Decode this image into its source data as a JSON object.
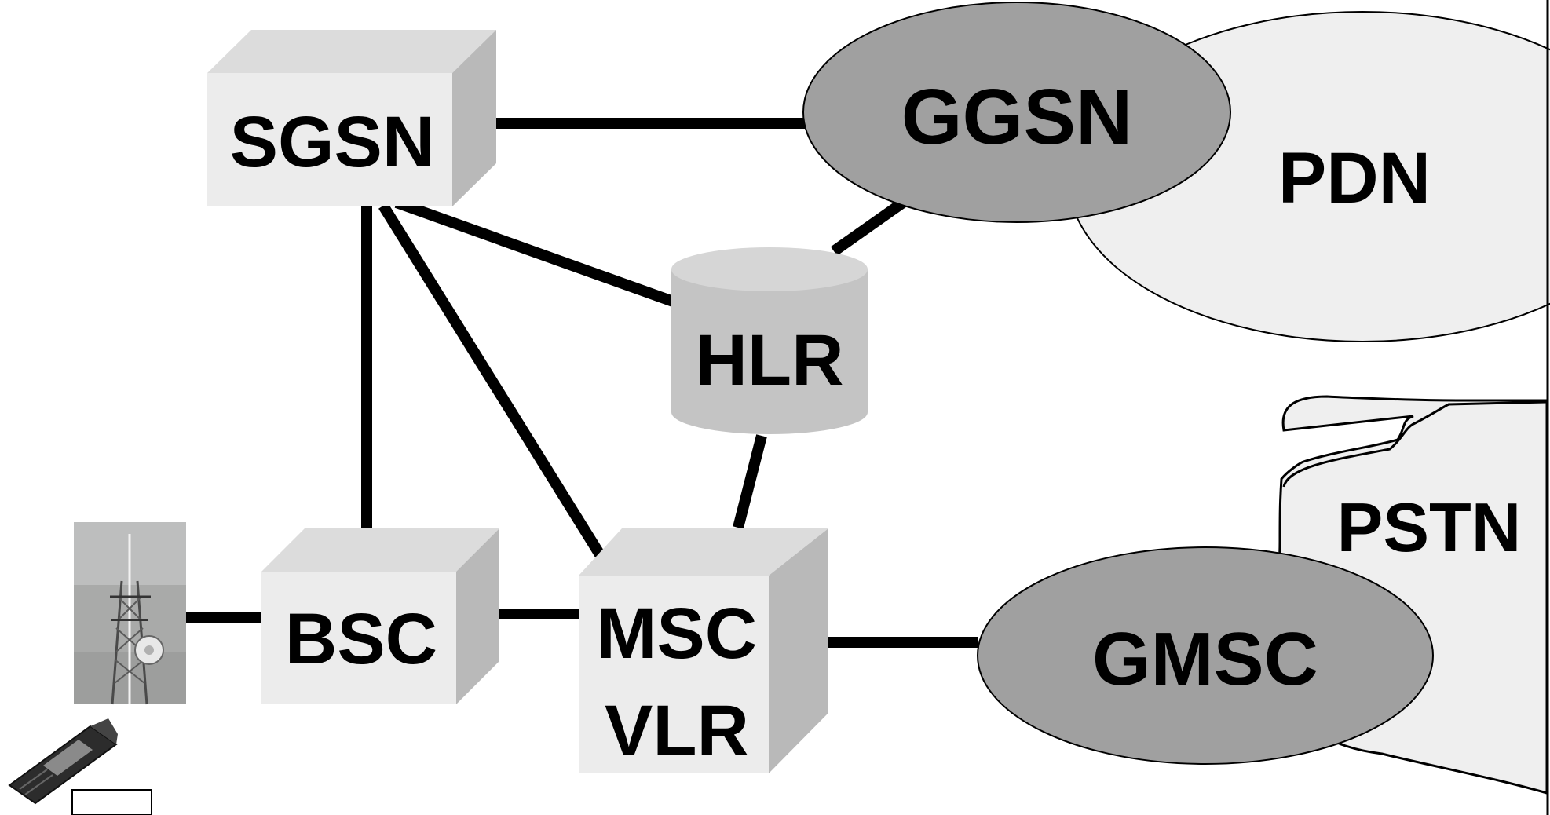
{
  "nodes": {
    "sgsn": {
      "label": "SGSN"
    },
    "ggsn": {
      "label": "GGSN"
    },
    "pdn": {
      "label": "PDN"
    },
    "hlr": {
      "label": "HLR"
    },
    "pstn": {
      "label": "PSTN"
    },
    "bsc": {
      "label": "BSC"
    },
    "msc": {
      "label_line1": "MSC",
      "label_line2": "VLR"
    },
    "gmsc": {
      "label": "GMSC"
    }
  },
  "links": [
    "SGSN-GGSN",
    "SGSN-HLR",
    "SGSN-BSC",
    "SGSN-MSC",
    "GGSN-HLR",
    "HLR-MSC",
    "BTS-BSC",
    "BSC-MSC",
    "MSC-GMSC"
  ],
  "icons": [
    "antenna-tower-icon",
    "mobile-phone-icon"
  ],
  "colors": {
    "box_front": "#ececec",
    "box_top": "#dcdcdc",
    "box_side": "#b9b9b9",
    "gateway_fill": "#a0a0a0",
    "network_fill": "#efefef",
    "hlr_fill": "#c4c4c4",
    "hlr_top": "#d6d6d6",
    "line": "#000000"
  }
}
